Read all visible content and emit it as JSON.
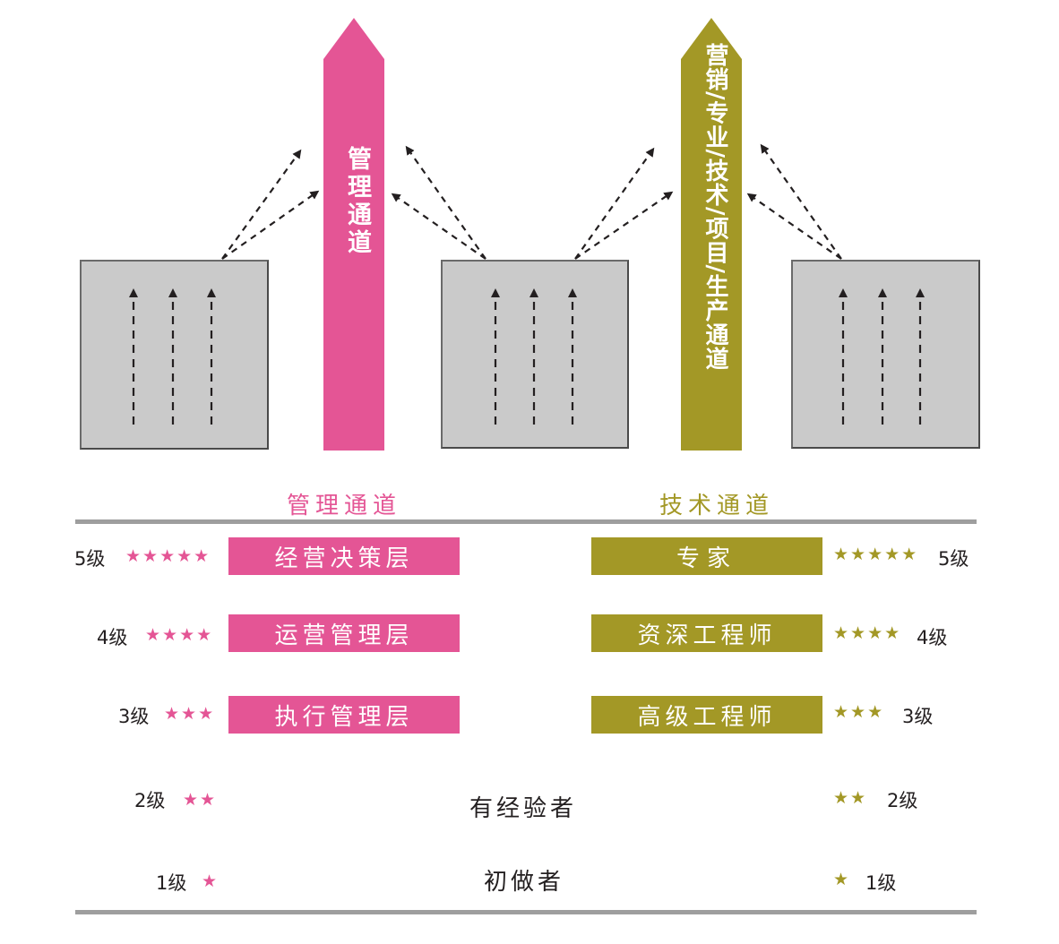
{
  "colors": {
    "management": "#e45595",
    "technical": "#a39826",
    "box_fill": "#cacaca",
    "rule": "#9e9e9e",
    "text_dark": "#231f20"
  },
  "pillars": {
    "management": {
      "label": "管理通道"
    },
    "technical": {
      "label": "营销/专业/技术/项目/生产通道"
    }
  },
  "columns": {
    "management_title": "管理通道",
    "technical_title": "技术通道"
  },
  "levels": [
    {
      "level_label": "5级",
      "stars": "★★★★★",
      "management": "经营决策层",
      "technical": "专家"
    },
    {
      "level_label": "4级",
      "stars": "★★★★",
      "management": "运营管理层",
      "technical": "资深工程师"
    },
    {
      "level_label": "3级",
      "stars": "★★★",
      "management": "执行管理层",
      "technical": "高级工程师"
    },
    {
      "level_label": "2级",
      "stars": "★★",
      "shared": "有经验者"
    },
    {
      "level_label": "1级",
      "stars": "★",
      "shared": "初做者"
    }
  ],
  "icons": {
    "box_arrows": "up-arrow-icon",
    "branch_arrows": "dashed-arrow-icon"
  }
}
